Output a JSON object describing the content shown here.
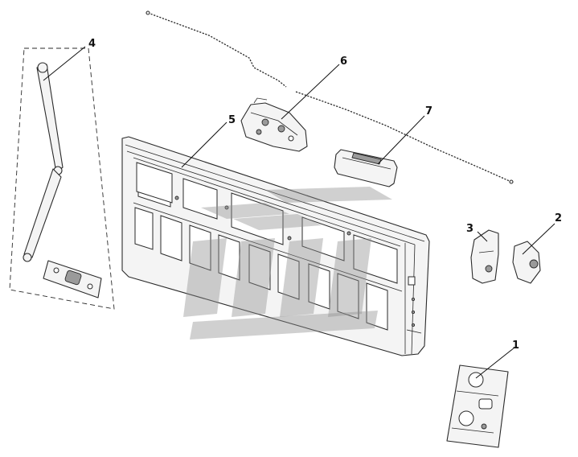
{
  "diagram": {
    "callouts": [
      "1",
      "2",
      "3",
      "4",
      "5",
      "6",
      "7"
    ],
    "watermark_color": "#8f8f8f",
    "line_color": "#2a2a2a"
  }
}
